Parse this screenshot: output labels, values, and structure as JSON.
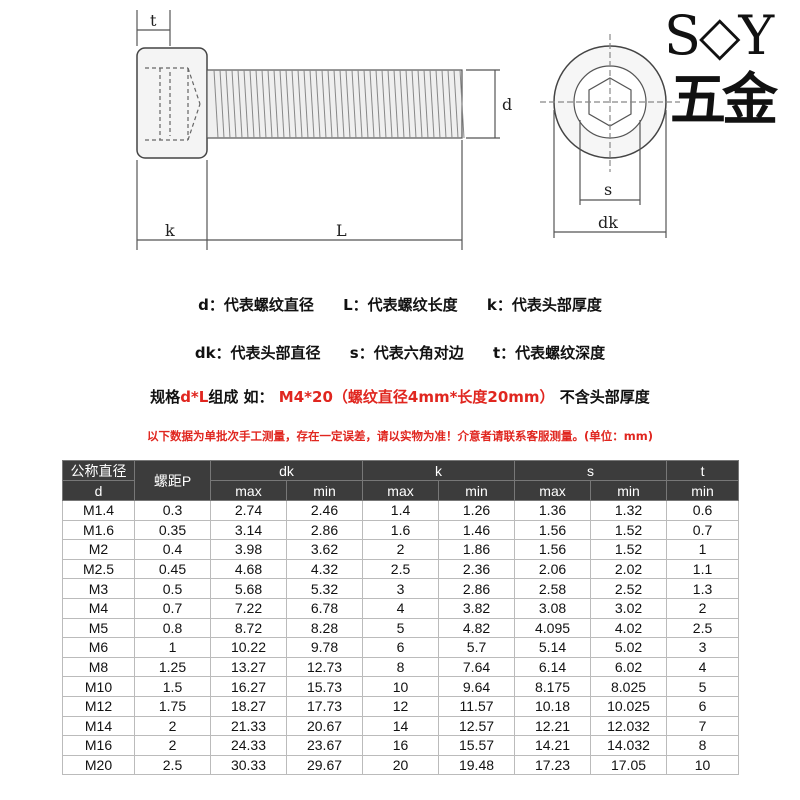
{
  "diagram": {
    "labels": {
      "t": "t",
      "d": "d",
      "k": "k",
      "L": "L",
      "s": "s",
      "dk": "dk"
    }
  },
  "logo": {
    "line1": "S◇Y",
    "line2": "五金"
  },
  "legend": {
    "d": "d：代表螺纹直径",
    "L": "L：代表螺纹长度",
    "k": "k：代表头部厚度",
    "dk": "dk：代表头部直径",
    "s": "s：代表六角对边",
    "t": "t：代表螺纹深度"
  },
  "spec": {
    "prefix": "规格",
    "formula": "d*L",
    "middle": "组成   如：",
    "example": "M4*20（螺纹直径4mm*长度20mm）",
    "suffix": "不含头部厚度"
  },
  "note": "以下数据为单批次手工测量，存在一定误差，请以实物为准！介意者请联系客服测量。(单位：mm)",
  "table": {
    "header": {
      "nominal_line1": "公称直径",
      "nominal_line2": "d",
      "pitch": "螺距P",
      "dk": "dk",
      "k": "k",
      "s": "s",
      "t": "t",
      "max": "max",
      "min": "min"
    },
    "rows": [
      [
        "M1.4",
        "0.3",
        "2.74",
        "2.46",
        "1.4",
        "1.26",
        "1.36",
        "1.32",
        "0.6"
      ],
      [
        "M1.6",
        "0.35",
        "3.14",
        "2.86",
        "1.6",
        "1.46",
        "1.56",
        "1.52",
        "0.7"
      ],
      [
        "M2",
        "0.4",
        "3.98",
        "3.62",
        "2",
        "1.86",
        "1.56",
        "1.52",
        "1"
      ],
      [
        "M2.5",
        "0.45",
        "4.68",
        "4.32",
        "2.5",
        "2.36",
        "2.06",
        "2.02",
        "1.1"
      ],
      [
        "M3",
        "0.5",
        "5.68",
        "5.32",
        "3",
        "2.86",
        "2.58",
        "2.52",
        "1.3"
      ],
      [
        "M4",
        "0.7",
        "7.22",
        "6.78",
        "4",
        "3.82",
        "3.08",
        "3.02",
        "2"
      ],
      [
        "M5",
        "0.8",
        "8.72",
        "8.28",
        "5",
        "4.82",
        "4.095",
        "4.02",
        "2.5"
      ],
      [
        "M6",
        "1",
        "10.22",
        "9.78",
        "6",
        "5.7",
        "5.14",
        "5.02",
        "3"
      ],
      [
        "M8",
        "1.25",
        "13.27",
        "12.73",
        "8",
        "7.64",
        "6.14",
        "6.02",
        "4"
      ],
      [
        "M10",
        "1.5",
        "16.27",
        "15.73",
        "10",
        "9.64",
        "8.175",
        "8.025",
        "5"
      ],
      [
        "M12",
        "1.75",
        "18.27",
        "17.73",
        "12",
        "11.57",
        "10.18",
        "10.025",
        "6"
      ],
      [
        "M14",
        "2",
        "21.33",
        "20.67",
        "14",
        "12.57",
        "12.21",
        "12.032",
        "7"
      ],
      [
        "M16",
        "2",
        "24.33",
        "23.67",
        "16",
        "15.57",
        "14.21",
        "14.032",
        "8"
      ],
      [
        "M20",
        "2.5",
        "30.33",
        "29.67",
        "20",
        "19.48",
        "17.23",
        "17.05",
        "10"
      ]
    ]
  }
}
